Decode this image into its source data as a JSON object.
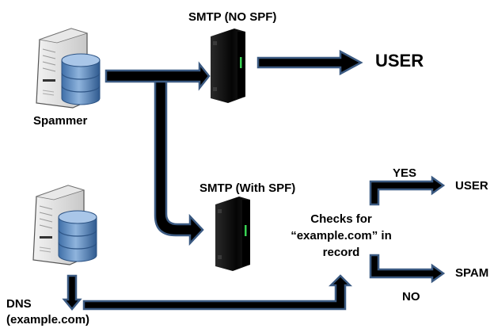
{
  "diagram": {
    "type": "flowchart",
    "colors": {
      "arrow_fill": "#000000",
      "arrow_outline": "#3b5a82",
      "db_blue": "#4f81bd",
      "server_black": "#111111",
      "led_green": "#39d353"
    },
    "nodes": {
      "spammer": {
        "label": "Spammer",
        "icon": "server-database-icon"
      },
      "dns": {
        "label": "DNS",
        "label_line2": "(example.com)",
        "icon": "server-database-icon"
      },
      "smtp_no_spf": {
        "label": "SMTP (NO SPF)",
        "icon": "server-tower-icon"
      },
      "smtp_with_spf": {
        "label": "SMTP (With SPF)",
        "icon": "server-tower-icon"
      },
      "user_top": {
        "label": "USER"
      },
      "check": {
        "line1": "Checks for",
        "line2": "“example.com” in",
        "line3": "record"
      },
      "user_yes": {
        "label": "USER"
      },
      "spam": {
        "label": "SPAM"
      }
    },
    "edges": [
      {
        "from": "spammer",
        "to": "smtp_no_spf"
      },
      {
        "from": "spammer",
        "to": "smtp_with_spf"
      },
      {
        "from": "smtp_no_spf",
        "to": "user_top"
      },
      {
        "from": "dns",
        "to": "check"
      },
      {
        "from": "check",
        "to": "user_yes",
        "label": "YES"
      },
      {
        "from": "check",
        "to": "spam",
        "label": "NO"
      }
    ]
  }
}
